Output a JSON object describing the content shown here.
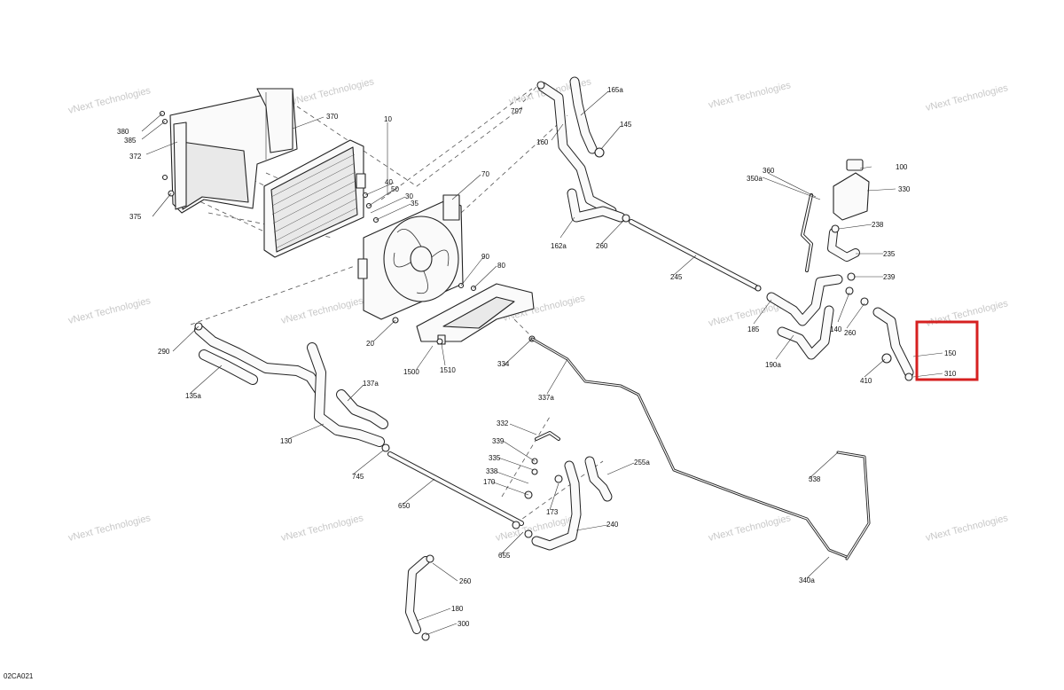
{
  "drawing_code": "02CA021",
  "watermark": {
    "line1": "vNext Technologies",
    "line2": "Technologies"
  },
  "highlight": {
    "color": "#d62020"
  },
  "callouts": {
    "c10": "10",
    "c20": "20",
    "c30": "30",
    "c35": "35",
    "c40": "40",
    "c50": "50",
    "c70": "70",
    "c80": "80",
    "c90": "90",
    "c100": "100",
    "c130": "130",
    "c135a": "135a",
    "c137a": "137a",
    "c140": "140",
    "c145": "145",
    "c150": "150",
    "c160": "160",
    "c162a": "162a",
    "c165a": "165a",
    "c170": "170",
    "c173": "173",
    "c180": "180",
    "c185": "185",
    "c190a": "190a",
    "c235": "235",
    "c238": "238",
    "c239": "239",
    "c240": "240",
    "c245": "245",
    "c255a": "255a",
    "c260a": "260",
    "c260b": "260",
    "c260c": "260",
    "c290": "290",
    "c300": "300",
    "c310": "310",
    "c330": "330",
    "c332": "332",
    "c334": "334",
    "c335": "335",
    "c337a": "337a",
    "c338a": "338",
    "c338b": "338",
    "c339": "339",
    "c340a": "340a",
    "c350a": "350a",
    "c360": "360",
    "c370": "370",
    "c372": "372",
    "c375": "375",
    "c380": "380",
    "c385": "385",
    "c410": "410",
    "c650": "650",
    "c655": "655",
    "c745": "745",
    "c1500": "1500",
    "c1510": "1510",
    "c797": "797"
  }
}
